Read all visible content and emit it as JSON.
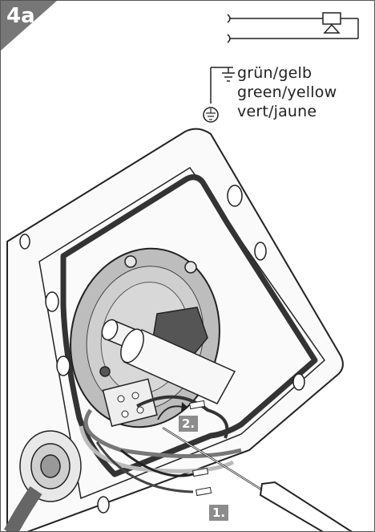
{
  "step": {
    "number": "4a"
  },
  "ground_legend": {
    "lines": [
      "grün/gelb",
      "green/yellow",
      "vert/jaune"
    ]
  },
  "badges": {
    "second": "2.",
    "first": "1."
  },
  "colors": {
    "tab_gray": "#777777",
    "badge_gray": "#8c8c8c",
    "line": "#222222",
    "plate": "#bdbdbd"
  },
  "icons": [
    "ground-symbol-icon",
    "ground-circle-icon",
    "thermostat-symbol-icon",
    "screwdriver-icon"
  ]
}
